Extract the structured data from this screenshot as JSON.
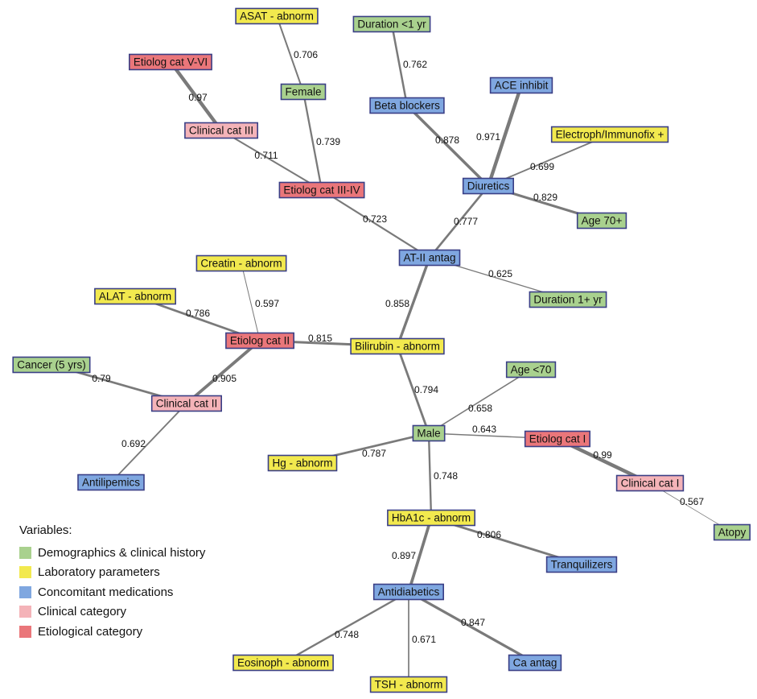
{
  "legend": {
    "title": "Variables:",
    "items": [
      {
        "key": "demo",
        "label": "Demographics & clinical history"
      },
      {
        "key": "lab",
        "label": "Laboratory parameters"
      },
      {
        "key": "med",
        "label": "Concomitant medications"
      },
      {
        "key": "clin",
        "label": "Clinical category"
      },
      {
        "key": "etio",
        "label": "Etiological category"
      }
    ]
  },
  "colors": {
    "demo": "#a9d18e",
    "lab": "#f2e94e",
    "med": "#7fa7e0",
    "clin": "#f4b3b8",
    "etio": "#ea767a",
    "edge": "#7a7a7a",
    "border": "#3a3f86"
  },
  "nodes": [
    {
      "id": "asat",
      "label": "ASAT - abnorm",
      "cat": "lab"
    },
    {
      "id": "dur1",
      "label": "Duration <1 yr",
      "cat": "demo"
    },
    {
      "id": "etio56",
      "label": "Etiolog cat V-VI",
      "cat": "etio"
    },
    {
      "id": "female",
      "label": "Female",
      "cat": "demo"
    },
    {
      "id": "beta",
      "label": "Beta blockers",
      "cat": "med"
    },
    {
      "id": "ace",
      "label": "ACE inhibit",
      "cat": "med"
    },
    {
      "id": "clin3",
      "label": "Clinical cat III",
      "cat": "clin"
    },
    {
      "id": "electro",
      "label": "Electroph/Immunofix +",
      "cat": "lab"
    },
    {
      "id": "etio34",
      "label": "Etiolog cat III-IV",
      "cat": "etio"
    },
    {
      "id": "diur",
      "label": "Diuretics",
      "cat": "med"
    },
    {
      "id": "age70p",
      "label": "Age 70+",
      "cat": "demo"
    },
    {
      "id": "at2",
      "label": "AT-II antag",
      "cat": "med"
    },
    {
      "id": "creat",
      "label": "Creatin - abnorm",
      "cat": "lab"
    },
    {
      "id": "alat",
      "label": "ALAT - abnorm",
      "cat": "lab"
    },
    {
      "id": "dur1p",
      "label": "Duration 1+ yr",
      "cat": "demo"
    },
    {
      "id": "etio2",
      "label": "Etiolog cat II",
      "cat": "etio"
    },
    {
      "id": "bili",
      "label": "Bilirubin - abnorm",
      "cat": "lab"
    },
    {
      "id": "cancer",
      "label": "Cancer (5 yrs)",
      "cat": "demo"
    },
    {
      "id": "age70",
      "label": "Age <70",
      "cat": "demo"
    },
    {
      "id": "clin2",
      "label": "Clinical cat II",
      "cat": "clin"
    },
    {
      "id": "male",
      "label": "Male",
      "cat": "demo"
    },
    {
      "id": "etio1",
      "label": "Etiolog cat I",
      "cat": "etio"
    },
    {
      "id": "hg",
      "label": "Hg - abnorm",
      "cat": "lab"
    },
    {
      "id": "antilip",
      "label": "Antilipemics",
      "cat": "med"
    },
    {
      "id": "clin1",
      "label": "Clinical cat I",
      "cat": "clin"
    },
    {
      "id": "hba1c",
      "label": "HbA1c - abnorm",
      "cat": "lab"
    },
    {
      "id": "atopy",
      "label": "Atopy",
      "cat": "demo"
    },
    {
      "id": "tranq",
      "label": "Tranquilizers",
      "cat": "med"
    },
    {
      "id": "antidiab",
      "label": "Antidiabetics",
      "cat": "med"
    },
    {
      "id": "eosin",
      "label": "Eosinoph - abnorm",
      "cat": "lab"
    },
    {
      "id": "caant",
      "label": "Ca antag",
      "cat": "med"
    },
    {
      "id": "tsh",
      "label": "TSH - abnorm",
      "cat": "lab"
    }
  ],
  "edges": [
    {
      "from": "asat",
      "to": "female",
      "weight": "0.706"
    },
    {
      "from": "dur1",
      "to": "beta",
      "weight": "0.762"
    },
    {
      "from": "etio56",
      "to": "clin3",
      "weight": "0.97"
    },
    {
      "from": "female",
      "to": "etio34",
      "weight": "0.739"
    },
    {
      "from": "beta",
      "to": "diur",
      "weight": "0.878"
    },
    {
      "from": "ace",
      "to": "diur",
      "weight": "0.971"
    },
    {
      "from": "clin3",
      "to": "etio34",
      "weight": "0.711"
    },
    {
      "from": "electro",
      "to": "diur",
      "weight": "0.699"
    },
    {
      "from": "diur",
      "to": "age70p",
      "weight": "0.829"
    },
    {
      "from": "etio34",
      "to": "at2",
      "weight": "0.723"
    },
    {
      "from": "diur",
      "to": "at2",
      "weight": "0.777"
    },
    {
      "from": "at2",
      "to": "dur1p",
      "weight": "0.625"
    },
    {
      "from": "at2",
      "to": "bili",
      "weight": "0.858"
    },
    {
      "from": "creat",
      "to": "etio2",
      "weight": "0.597"
    },
    {
      "from": "alat",
      "to": "etio2",
      "weight": "0.786"
    },
    {
      "from": "etio2",
      "to": "bili",
      "weight": "0.815"
    },
    {
      "from": "etio2",
      "to": "clin2",
      "weight": "0.905"
    },
    {
      "from": "cancer",
      "to": "clin2",
      "weight": "0.79"
    },
    {
      "from": "clin2",
      "to": "antilip",
      "weight": "0.692"
    },
    {
      "from": "bili",
      "to": "male",
      "weight": "0.794"
    },
    {
      "from": "age70",
      "to": "male",
      "weight": "0.658"
    },
    {
      "from": "male",
      "to": "etio1",
      "weight": "0.643"
    },
    {
      "from": "hg",
      "to": "male",
      "weight": "0.787"
    },
    {
      "from": "etio1",
      "to": "clin1",
      "weight": "0.99"
    },
    {
      "from": "clin1",
      "to": "atopy",
      "weight": "0.567"
    },
    {
      "from": "male",
      "to": "hba1c",
      "weight": "0.748"
    },
    {
      "from": "hba1c",
      "to": "tranq",
      "weight": "0.806"
    },
    {
      "from": "hba1c",
      "to": "antidiab",
      "weight": "0.897"
    },
    {
      "from": "antidiab",
      "to": "eosin",
      "weight": "0.748"
    },
    {
      "from": "antidiab",
      "to": "tsh",
      "weight": "0.671"
    },
    {
      "from": "antidiab",
      "to": "caant",
      "weight": "0.847"
    }
  ]
}
